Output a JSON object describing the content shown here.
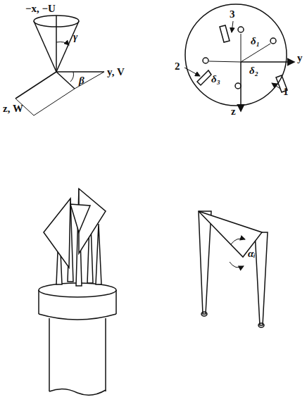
{
  "diagram": {
    "labels": [
      "−x, −U",
      "γ",
      "β",
      "y, V",
      "z, W",
      "3",
      "2",
      "1",
      "δ₁",
      "δ₂",
      "δ₃",
      "y",
      "z",
      "αᵢ"
    ]
  }
}
